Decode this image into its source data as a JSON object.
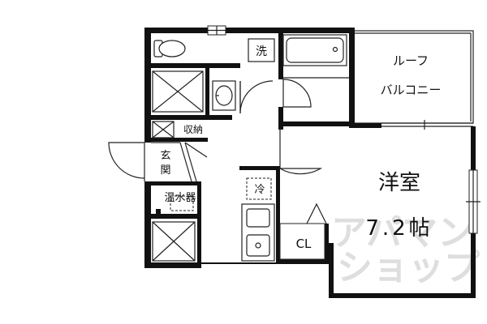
{
  "rooms": {
    "washer": "洗",
    "roof_balcony_line1": "ルーフ",
    "roof_balcony_line2": "バルコニー",
    "storage": "収納",
    "entrance_line1": "玄",
    "entrance_line2": "関",
    "fridge": "冷",
    "water_heater": "温水器",
    "western_room": "洋室",
    "western_room_size": "7.2帖",
    "closet": "CL"
  },
  "watermark": "アパマンショップ",
  "colors": {
    "wall": "#111111",
    "line": "#222222",
    "watermark": "#d8d8d8"
  }
}
